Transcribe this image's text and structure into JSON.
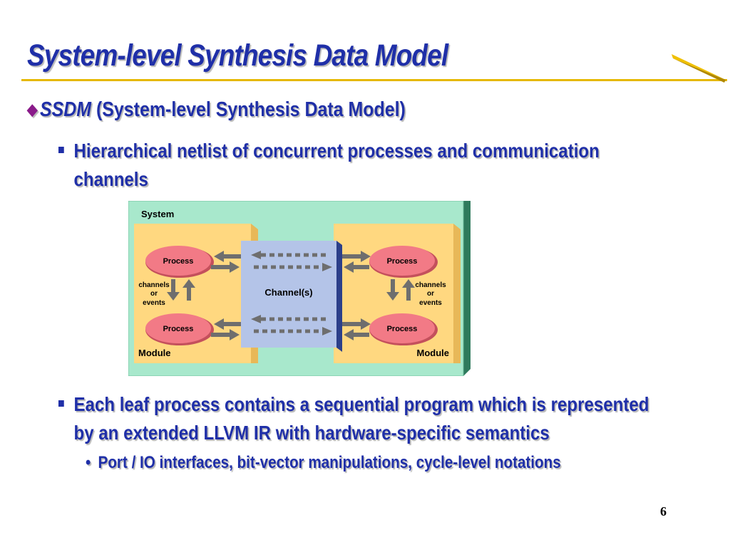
{
  "slide": {
    "title": "System-level Synthesis Data Model",
    "page_number": "6"
  },
  "bullets": {
    "b1_term": "SSDM",
    "b1_text": " (System-level Synthesis Data Model)",
    "b2_line1": "Hierarchical netlist of concurrent processes and communication",
    "b2_line2": "channels",
    "b3_line1": "Each leaf process contains a sequential program which is represented",
    "b3_line2": "by an extended LLVM IR with hardware-specific semantics",
    "b4_text": "Port / IO interfaces, bit-vector manipulations, cycle-level notations"
  },
  "diagram": {
    "system_label": "System",
    "module_label": "Module",
    "process_label": "Process",
    "channel_label": "Channel(s)",
    "channels_events_line1": "channels",
    "channels_events_line2": "or",
    "channels_events_line3": "events",
    "colors": {
      "system_bg": "#a8e8cc",
      "system_border": "#2e7a5c",
      "module_bg": "#ffd880",
      "process_fill": "#f27a86",
      "channel_fill": "#b4c4e8",
      "arrow": "#6e6e6e"
    }
  }
}
